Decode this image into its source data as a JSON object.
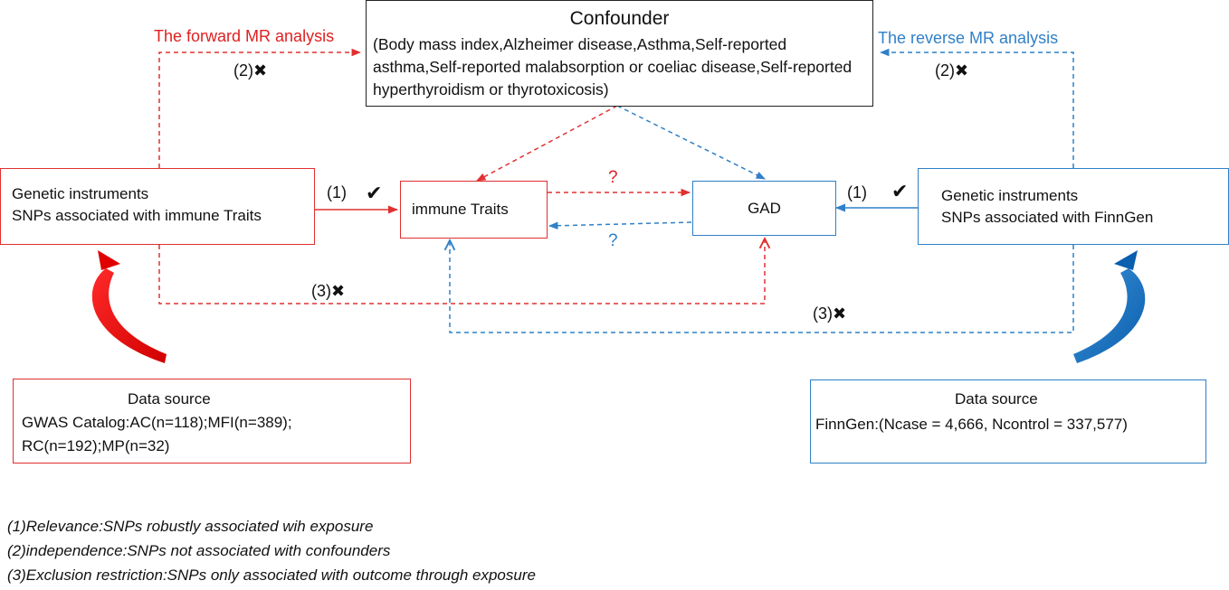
{
  "confounder": {
    "title": "Confounder",
    "body": "(Body mass index,Alzheimer disease,Asthma,Self-reported asthma,Self-reported malabsorption or coeliac disease,Self-reported hyperthyroidism or thyrotoxicosis)"
  },
  "forward_label": "The forward MR analysis",
  "reverse_label": "The reverse MR analysis",
  "left_instruments": {
    "line1": "Genetic instruments",
    "line2": "SNPs associated with immune Traits"
  },
  "right_instruments": {
    "line1": "Genetic instruments",
    "line2": "SNPs associated with FinnGen"
  },
  "immune_box": "immune Traits",
  "gad_box": "GAD",
  "marks": {
    "left_1": "(1)",
    "left_check": "✔",
    "right_1": "(1)",
    "right_check": "✔",
    "left_2": "(2)✖",
    "right_2": "(2)✖",
    "left_3": "(3)✖",
    "right_3": "(3)✖",
    "q_red": "?",
    "q_blue": "?"
  },
  "left_source": {
    "title": "Data source",
    "line1": "GWAS Catalog:AC(n=118);MFI(n=389);",
    "line2": "RC(n=192);MP(n=32)"
  },
  "right_source": {
    "title": "Data source",
    "line1": "FinnGen:(Ncase = 4,666, Ncontrol = 337,577)"
  },
  "legend": [
    "(1)Relevance:SNPs robustly associated wih exposure",
    "(2)independence:SNPs not associated with confounders",
    "(3)Exclusion restriction:SNPs only associated with outcome through exposure"
  ],
  "colors": {
    "red": "#e03030",
    "blue": "#2f80c8",
    "black": "#222222"
  }
}
